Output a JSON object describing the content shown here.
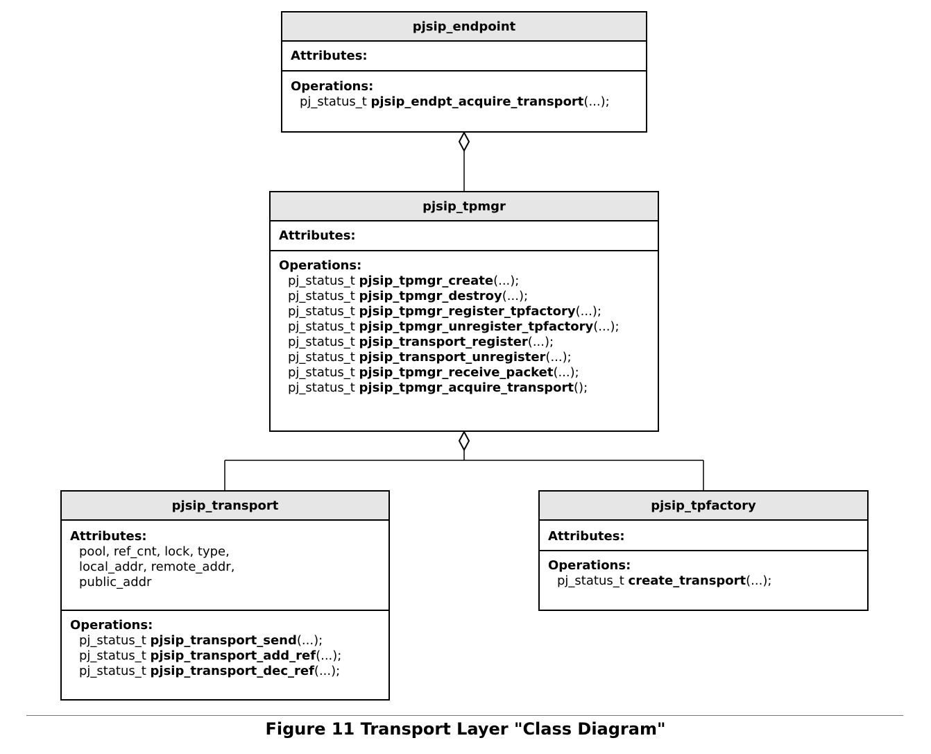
{
  "classes": {
    "endpoint": {
      "name": "pjsip_endpoint",
      "attributes_label": "Attributes:",
      "attributes": [],
      "operations_label": "Operations:",
      "operations": [
        {
          "type": "pj_status_t",
          "name": "pjsip_endpt_acquire_transport",
          "args": "(...);"
        }
      ]
    },
    "tpmgr": {
      "name": "pjsip_tpmgr",
      "attributes_label": "Attributes:",
      "attributes": [],
      "operations_label": "Operations:",
      "operations": [
        {
          "type": "pj_status_t",
          "name": "pjsip_tpmgr_create",
          "args": "(...);"
        },
        {
          "type": "pj_status_t",
          "name": "pjsip_tpmgr_destroy",
          "args": "(...);"
        },
        {
          "type": "pj_status_t",
          "name": "pjsip_tpmgr_register_tpfactory",
          "args": "(...);"
        },
        {
          "type": "pj_status_t",
          "name": "pjsip_tpmgr_unregister_tpfactory",
          "args": "(...);"
        },
        {
          "type": "pj_status_t",
          "name": "pjsip_transport_register",
          "args": "(...);"
        },
        {
          "type": "pj_status_t",
          "name": "pjsip_transport_unregister",
          "args": "(...);"
        },
        {
          "type": "pj_status_t",
          "name": "pjsip_tpmgr_receive_packet",
          "args": "(...);"
        },
        {
          "type": "pj_status_t",
          "name": "pjsip_tpmgr_acquire_transport",
          "args": "();"
        }
      ]
    },
    "transport": {
      "name": "pjsip_transport",
      "attributes_label": "Attributes:",
      "attributes": [
        "pool, ref_cnt, lock, type,",
        "local_addr, remote_addr,",
        "public_addr"
      ],
      "operations_label": "Operations:",
      "operations": [
        {
          "type": "pj_status_t",
          "name": "pjsip_transport_send",
          "args": "(...);"
        },
        {
          "type": "pj_status_t",
          "name": "pjsip_transport_add_ref",
          "args": "(...);"
        },
        {
          "type": "pj_status_t",
          "name": "pjsip_transport_dec_ref",
          "args": "(...);"
        }
      ]
    },
    "tpfactory": {
      "name": "pjsip_tpfactory",
      "attributes_label": "Attributes:",
      "attributes": [],
      "operations_label": "Operations:",
      "operations": [
        {
          "type": "pj_status_t",
          "name": "create_transport",
          "args": "(...);"
        }
      ]
    }
  },
  "relations": [
    {
      "kind": "aggregation",
      "whole": "pjsip_endpoint",
      "part": "pjsip_tpmgr"
    },
    {
      "kind": "aggregation",
      "whole": "pjsip_tpmgr",
      "part": "pjsip_transport"
    },
    {
      "kind": "aggregation",
      "whole": "pjsip_tpmgr",
      "part": "pjsip_tpfactory"
    }
  ],
  "caption": "Figure 11 Transport Layer \"Class Diagram\""
}
